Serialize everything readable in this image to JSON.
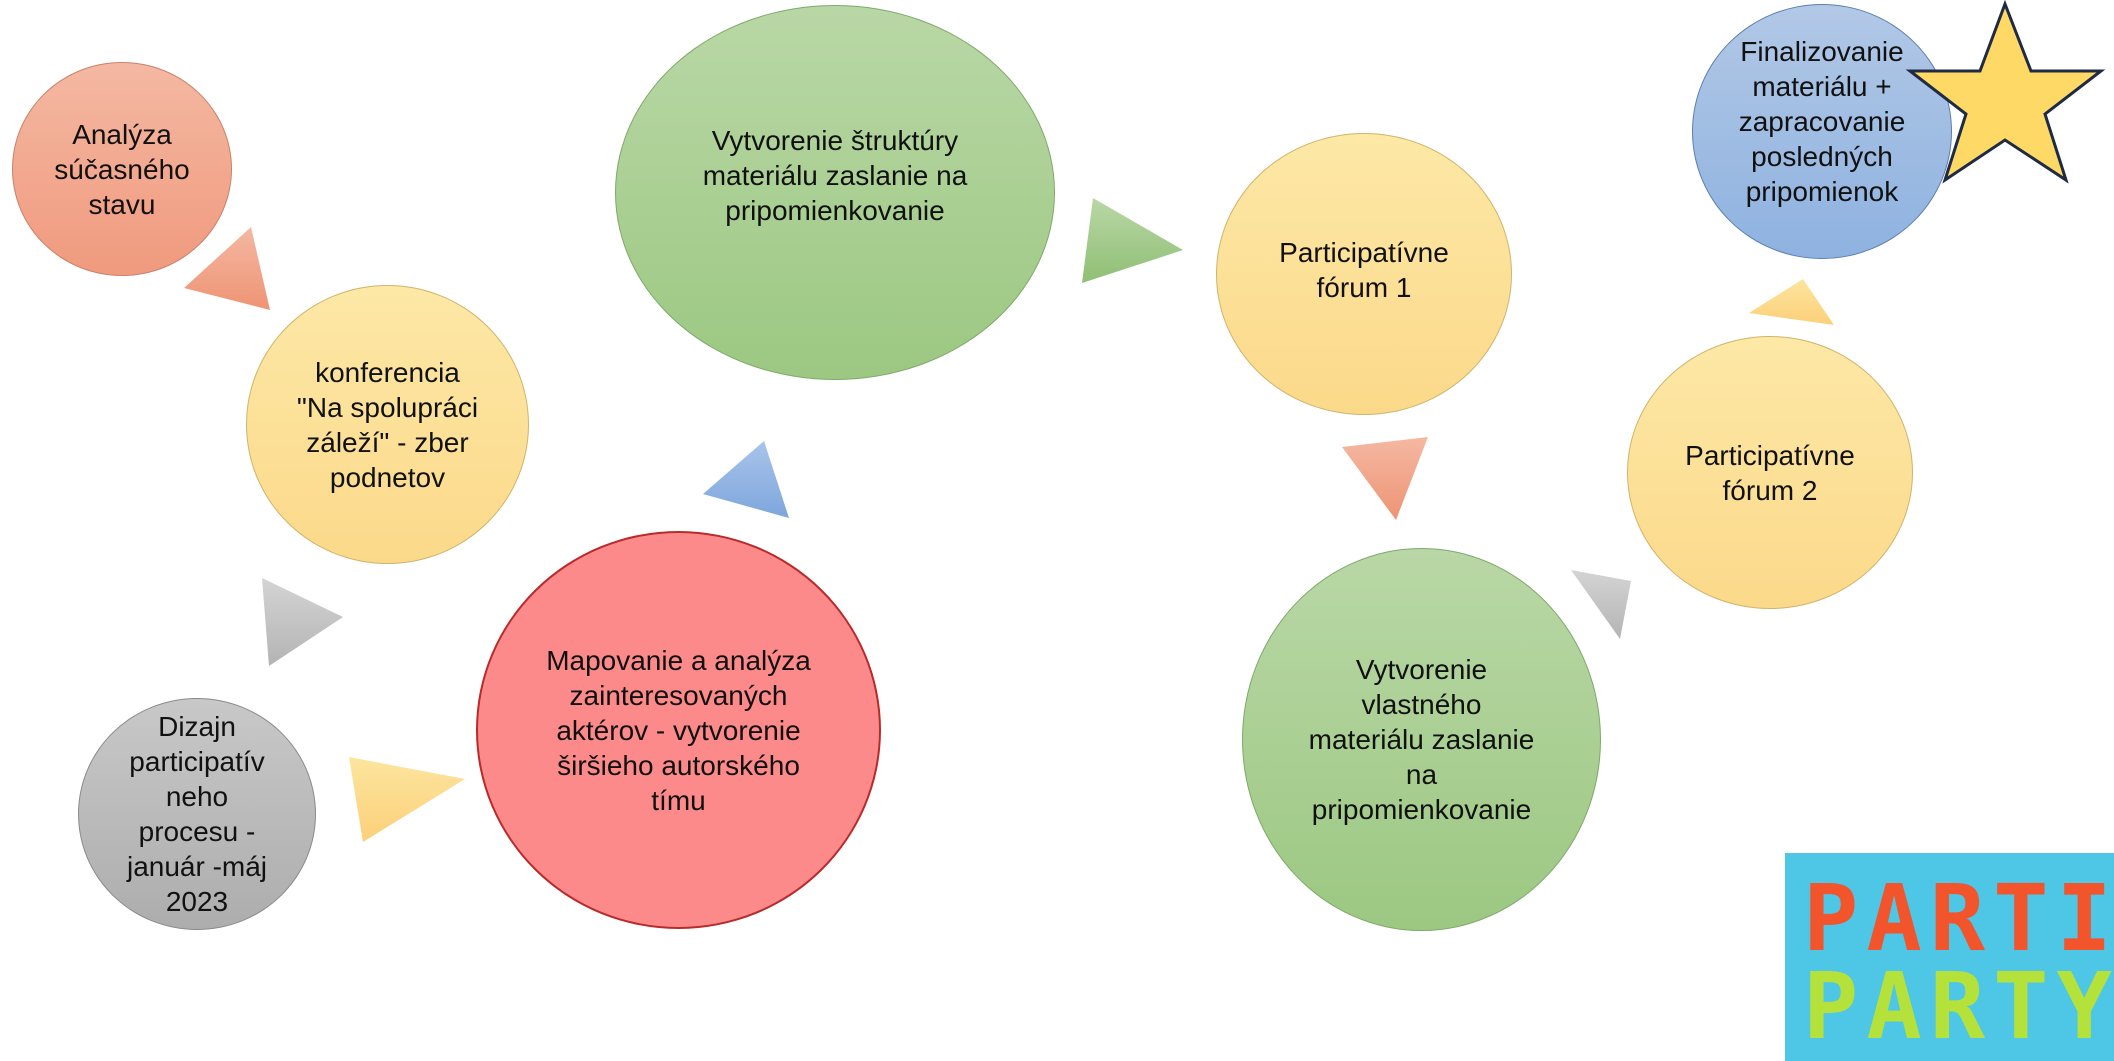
{
  "nodes": {
    "analyza": "Analýza\nsúčasného\nstavu",
    "konferencia": "konferencia\n\"Na spolupráci\nzáleží\" - zber\npodnetov",
    "dizajn": "Dizajn\nparticipatív\nneho\nprocesu -\njanuár -máj\n2023",
    "mapovanie": "Mapovanie a analýza\nzainteresovaných\naktérov - vytvorenie\nširšieho autorského\ntímu",
    "struktura": "Vytvorenie štruktúry\nmateriálu zaslanie na\npripomienkovanie",
    "forum1": "Participatívne\nfórum 1",
    "vlastny": "Vytvorenie\nvlastného\nmateriálu zaslanie\nna\npripomienkovanie",
    "forum2": "Participatívne\nfórum 2",
    "finalizovanie": "Finalizovanie\nmateriálu +\nzapracovanie\nposledných\npripomienok"
  },
  "colors": {
    "salmon": "#f09a7e",
    "yellow": "#fbd98a",
    "green": "#9cc882",
    "red": "#fd8a8a",
    "gray": "#adadad",
    "blue": "#8eb2e0",
    "star": "#ffd966"
  },
  "logo": {
    "line1": "PARTI",
    "line2": "PARTY"
  }
}
